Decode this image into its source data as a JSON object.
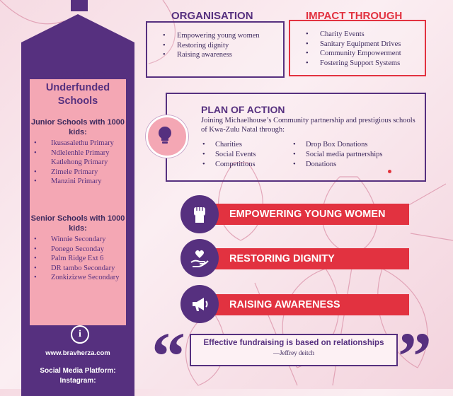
{
  "sidebar": {
    "title": "Supporting Underfunded Schools",
    "junior_heading": "Junior Schools with 1000 kids:",
    "junior_schools": [
      "Ikusasalethu Primary",
      "Ndlelenhle Primary Katlehong Primary",
      "Zimele Primary",
      "Manzini Primary"
    ],
    "senior_heading": "Senior Schools with 1000 kids:",
    "senior_schools": [
      "Winnie Secondary",
      "Ponego Seconday",
      "Palm Ridge Ext 6",
      "DR tambo Secondary",
      "Zonkizizwe Secondary"
    ],
    "info_icon": "info-icon",
    "website": "www.bravherza.com",
    "social_label": "Social Media Platform:",
    "instagram_label": "Instagram:"
  },
  "organisation": {
    "heading": "ORGANISATION",
    "items": [
      "Empowering young women",
      "Restoring dignity",
      "Raising awareness"
    ]
  },
  "impact": {
    "heading": "IMPACT THROUGH",
    "items": [
      "Charity Events",
      "Sanitary Equipment Drives",
      "Community Empowerment",
      "Fostering Support Systems"
    ]
  },
  "plan": {
    "title": "PLAN OF ACTION",
    "description": "Joining Michaelhouse’s Community partnership and prestigious schools of Kwa-Zulu Natal through:",
    "left_items": [
      "Charities",
      "Social Events",
      "Competitions"
    ],
    "right_items": [
      "Drop Box Donations",
      "Social media partnerships",
      "Donations"
    ],
    "icon": "lightbulb-icon"
  },
  "banners": [
    {
      "label": "EMPOWERING YOUNG WOMEN",
      "icon": "raised-fist-icon"
    },
    {
      "label": "RESTORING DIGNITY",
      "icon": "heart-hand-icon"
    },
    {
      "label": "RAISING AWARENESS",
      "icon": "megaphone-icon"
    }
  ],
  "quote": {
    "text": "Effective fundraising is based on relationships",
    "author": "—Jeffrey deitch",
    "open_mark": "“",
    "close_mark": "”"
  },
  "colors": {
    "purple": "#56307f",
    "red": "#e23240",
    "pink": "#f4a7b4",
    "background": "#f8e1e8"
  }
}
